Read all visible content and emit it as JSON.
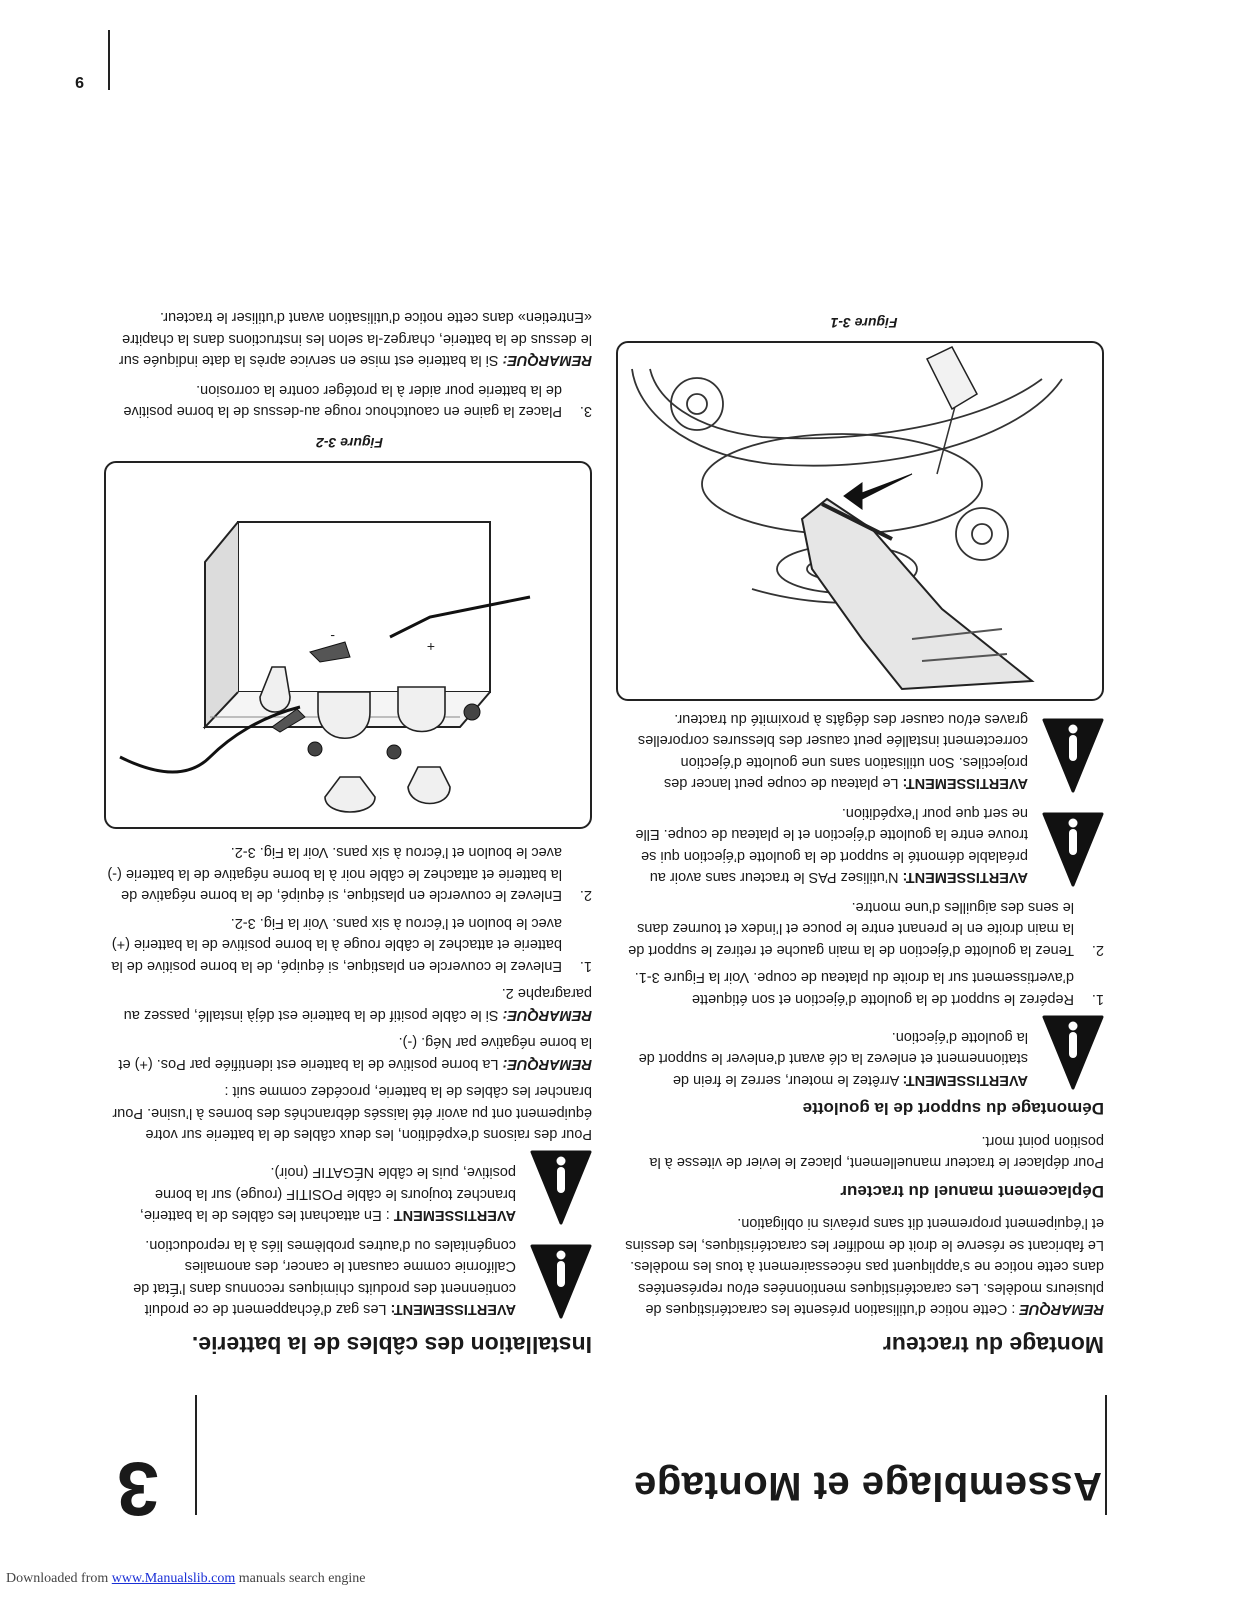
{
  "chapter": {
    "title": "Assemblage et Montage",
    "number": "3"
  },
  "page_number": "9",
  "left_col": {
    "heading": "Montage du tracteur",
    "remarque": {
      "label": "REMARQUE",
      "text": " : Cette notice d’utilisation présente les caractéristiques de plusieurs modèles. Les caractéristiques mentionnées et/ou représentées dans cette notice ne s’appliquent pas nécessairement à tous les modèles. Le fabricant se réserve le droit de modifier les caractéristiques, les dessins et l’équipement proprement dit sans préavis ni obligation."
    },
    "manual_heading": "Déplacement manuel du tracteur",
    "manual_text": "Pour déplacer le tracteur manuellement, placez le levier de vitesse à la position point mort.",
    "chute_heading": "Démontage du support de la goulotte",
    "warn1": {
      "label": "AVERTISSEMENT:",
      "text": " Arrêtez le moteur, serrez le frein de stationnement et enlevez la clé avant d’enlever le support de la goulotte d’éjection."
    },
    "step1": {
      "num": "1.",
      "text": "Repérez le support de la goulotte d’éjection et son étiquette d’avertissement sur la droite du plateau de coupe. Voir la Figure 3-1."
    },
    "step2": {
      "num": "2.",
      "text": "Tenez la goulotte d’éjection de la main gauche et retirez le support de la main droite en le prenant entre le pouce et l’index et tournez dans le sens des aiguilles d’une montre."
    },
    "warn2": {
      "label": "AVERTISSEMENT:",
      "text": " N’utilisez PAS le tracteur sans avoir au préalable démonté le support de la goulotte d’éjection qui se trouve entre la goulotte d’éjection et le plateau de coupe. Elle ne sert que pour l’expédition."
    },
    "warn3": {
      "label": "AVERTISSEMENT:",
      "text": " Le plateau de coupe peut lancer des projectiles. Son utilisation sans une goulotte d’éjection correctement installée peut causer des blessures corporelles graves et/ou causer des dégâts à proximité du tracteur."
    },
    "figure_caption": "Figure 3-1"
  },
  "right_col": {
    "heading": "Installation des câbles de la batterie.",
    "warn1": {
      "label": "AVERTISSEMENT:",
      "text": " Les gaz d’échappement de ce produit contiennent des produits chimiques reconnus dans l’État de Californie comme causant le cancer, des anomalies congénitales ou d’autres problèmes liés à la reproduction."
    },
    "warn2": {
      "label": "AVERTISSEMENT",
      "text": " : En attachant les câbles de la batterie, branchez toujours le câble POSITIF (rouge) sur la borne positive, puis le câble NÉGATIF (noir)."
    },
    "intro": "Pour des raisons d’expédition, les deux câbles de la batterie sur votre équipement ont pu avoir été laissés débranchés des bornes à l’usine. Pour brancher les câbles de la batterie, procédez comme suit :",
    "remarque1": {
      "label": "REMARQUE:",
      "text": " La borne positive de la batterie est identifiée par Pos. (+) et la borne négative par Nég. (-)."
    },
    "remarque2": {
      "label": "REMARQUE:",
      "text": " Si le câble positif de la batterie est déjà installé, passez au paragraphe 2."
    },
    "step1": {
      "num": "1.",
      "text": "Enlevez le couvercle en plastique, si équipé, de la borne positive de la batterie et attachez le câble rouge à la borne positive de la batterie (+) avec le boulon et l’écrou à six pans. Voir la Fig. 3-2."
    },
    "step2": {
      "num": "2.",
      "text": "Enlevez le couvercle en plastique, si équipé, de la borne négative de la batterie et attachez le câble noir à la borne négative de la batterie (-) avec le boulon et l’écrou à six pans. Voir la Fig. 3-2."
    },
    "figure_caption": "Figure 3-2",
    "step3": {
      "num": "3.",
      "text": "Placez la gaine en caoutchouc rouge au-dessus de la borne positive de la batterie pour aider à la protéger contre la corrosion."
    },
    "remarque3": {
      "label": "REMARQUE:",
      "text": " Si la batterie est mise en service après la date indiquée sur le dessus de la batterie, chargez-la selon les instructions dans la chapitre «Entretien» dans cette notice d’utilisation avant d’utiliser le tracteur."
    }
  },
  "footer": {
    "prefix": "Downloaded from ",
    "link": "www.Manualslib.com",
    "suffix": "  manuals search engine"
  }
}
